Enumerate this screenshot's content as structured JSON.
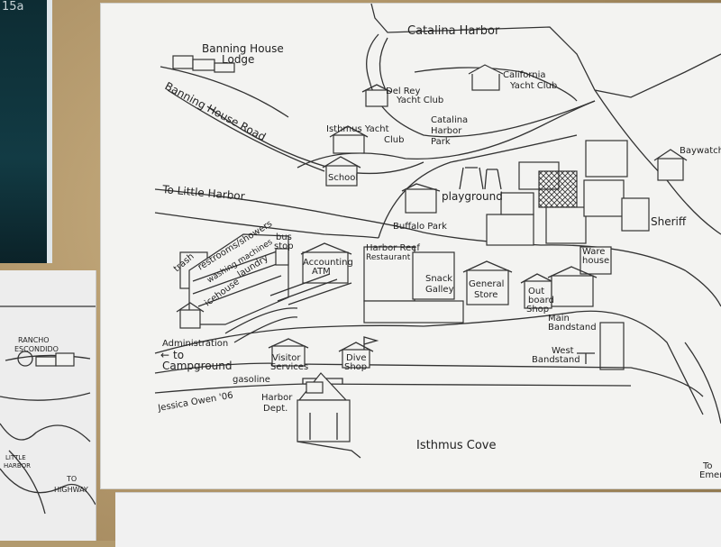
{
  "edge_tags": {
    "top_left_tag": "15a",
    "right_tag_top": "Baywatch",
    "right_tag_bottom_1": "To",
    "right_tag_bottom_2": "Emer"
  },
  "map": {
    "catalina_harbor": "Catalina Harbor",
    "banning_house_lodge_1": "Banning House",
    "banning_house_lodge_2": "Lodge",
    "banning_house_road": "Banning House Road",
    "california_yacht_club_1": "California",
    "california_yacht_club_2": "Yacht Club",
    "del_rey_yacht_club_1": "Del Rey",
    "del_rey_yacht_club_2": "Yacht Club",
    "catalina_harbor_park_1": "Catalina",
    "catalina_harbor_park_2": "Harbor",
    "catalina_harbor_park_3": "Park",
    "isthmus_yacht_club_1": "Isthmus Yacht",
    "isthmus_yacht_club_2": "Club",
    "school": "School",
    "to_little_harbor": "To Little Harbor",
    "playground": "playground",
    "buffalo_park": "Buffalo Park",
    "sheriff": "Sheriff",
    "warehouse_1": "Ware",
    "warehouse_2": "house",
    "trash": "trash",
    "restrooms": "restrooms/showers",
    "washing_machines": "washing machines",
    "laundry": "laundry",
    "icehouse": "icehouse",
    "bus_stop_1": "bus",
    "bus_stop_2": "stop",
    "accounting": "Accounting",
    "atm": "ATM",
    "harbor_reef_1": "Harbor Reef",
    "harbor_reef_2": "Restaurant",
    "snack_bar_1": "Snack",
    "snack_bar_2": "Galley",
    "general_store_1": "General",
    "general_store_2": "Store",
    "outboard_shop_1": "Out",
    "outboard_shop_2": "board",
    "outboard_shop_3": "Shop",
    "main_bandstand_1": "Main",
    "main_bandstand_2": "Bandstand",
    "west_bandstand_1": "West",
    "west_bandstand_2": "Bandstand",
    "administration": "Administration",
    "to_campground_1": "to",
    "to_campground_2": "Campground",
    "visitor_services_1": "Visitor",
    "visitor_services_2": "Services",
    "dive_shop_1": "Dive",
    "dive_shop_2": "Shop",
    "gasoline": "gasoline",
    "jessica_owen": "Jessica Owen '06",
    "harbor_dept_1": "Harbor",
    "harbor_dept_2": "Dept.",
    "isthmus_cove": "Isthmus Cove"
  },
  "side_map": {
    "rancho_1": "RANCHO",
    "rancho_2": "ESCONDIDO",
    "little_harbor_1": "LITTLE",
    "little_harbor_2": "HARBOR",
    "to_highway_1": "TO",
    "to_highway_2": "HIGHWAY"
  }
}
